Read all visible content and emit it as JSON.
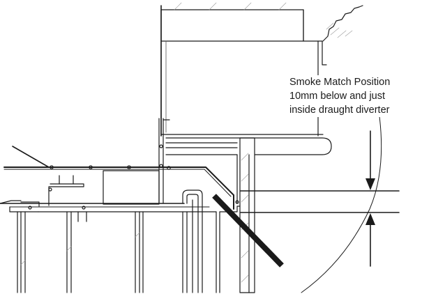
{
  "callout": {
    "lines": [
      "Smoke Match Position",
      "10mm below and just",
      "inside draught diverter"
    ]
  },
  "colors": {
    "line": "#1a1a1a",
    "hatch": "#9a9a9a",
    "background": "#ffffff"
  },
  "icons": {
    "upper_arrow": "arrow-down-icon",
    "lower_arrow": "arrow-up-icon"
  }
}
